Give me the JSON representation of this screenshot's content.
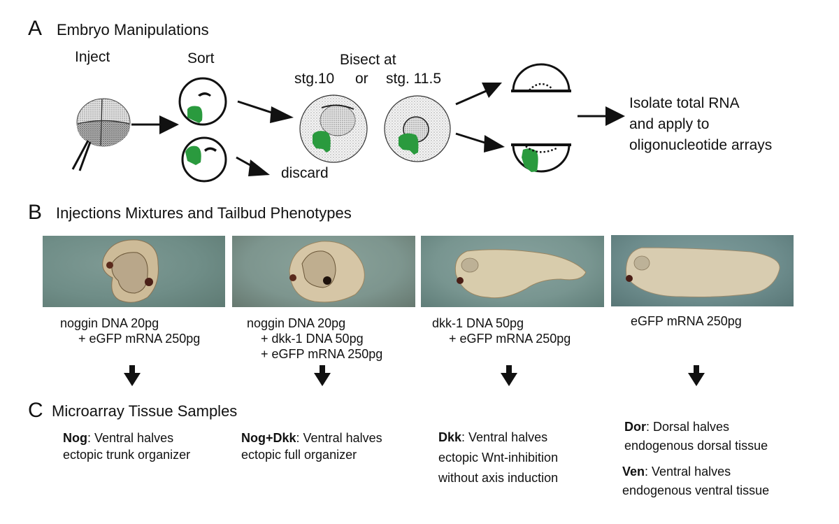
{
  "section_a": {
    "letter": "A",
    "title": "Embryo Manipulations",
    "steps": {
      "inject": "Inject",
      "sort": "Sort",
      "bisect_title": "Bisect at",
      "stage_1": "stg.10",
      "or": "or",
      "stage_2": "stg. 11.5",
      "discard": "discard",
      "result_line1": "Isolate total RNA",
      "result_line2": "and apply to",
      "result_line3": "oligonucleotide arrays"
    }
  },
  "section_b": {
    "letter": "B",
    "title": "Injections Mixtures and Tailbud Phenotypes",
    "panels": [
      {
        "photo": "noggin-injected tailbud embryo",
        "lines": [
          "noggin DNA 20pg",
          "+ eGFP mRNA 250pg"
        ]
      },
      {
        "photo": "noggin + dkk-1 injected tailbud embryo",
        "lines": [
          "noggin DNA 20pg",
          "+ dkk-1 DNA 50pg",
          "+ eGFP mRNA 250pg"
        ]
      },
      {
        "photo": "dkk-1 injected tailbud embryo",
        "lines": [
          "dkk-1 DNA 50pg",
          "+ eGFP mRNA 250pg"
        ]
      },
      {
        "photo": "control eGFP tailbud embryo",
        "lines": [
          "eGFP mRNA 250pg"
        ]
      }
    ]
  },
  "section_c": {
    "letter": "C",
    "title": "Microarray Tissue Samples",
    "samples": [
      {
        "code": "Nog",
        "desc": ": Ventral halves",
        "detail": [
          "ectopic trunk organizer"
        ]
      },
      {
        "code": "Nog+Dkk",
        "desc": ": Ventral halves",
        "detail": [
          "ectopic full organizer"
        ]
      },
      {
        "code": "Dkk",
        "desc": ": Ventral halves",
        "detail": [
          "ectopic Wnt-inhibition",
          "without axis induction"
        ]
      },
      {
        "code": "Dor",
        "desc": ": Dorsal halves",
        "detail": [
          "endogenous dorsal tissue"
        ]
      },
      {
        "code": "Ven",
        "desc": ": Ventral halves",
        "detail": [
          "endogenous ventral tissue"
        ]
      }
    ]
  },
  "colors": {
    "injection_marker": "#2a9a3e",
    "ink": "#111111"
  }
}
